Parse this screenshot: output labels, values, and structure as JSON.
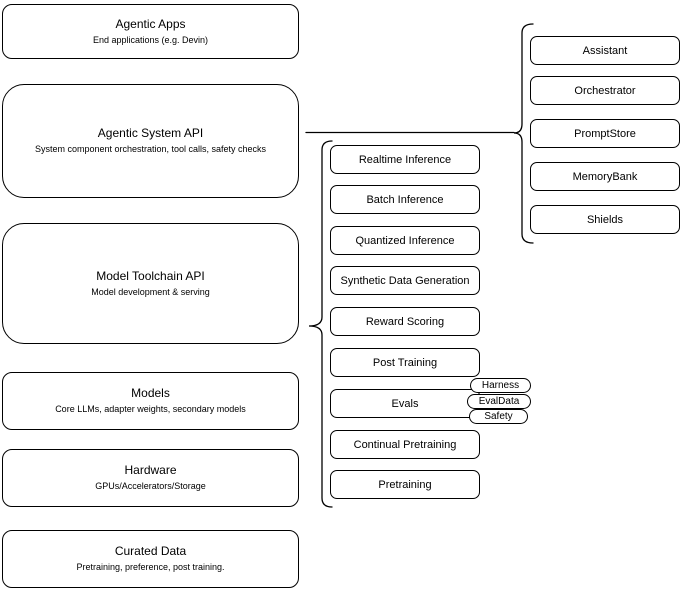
{
  "diagram": {
    "left_column": [
      {
        "title": "Agentic Apps",
        "subtitle": "End applications (e.g. Devin)"
      },
      {
        "title": "Agentic System API",
        "subtitle": "System component orchestration, tool calls, safety checks"
      },
      {
        "title": "Model Toolchain API",
        "subtitle": "Model development & serving"
      },
      {
        "title": "Models",
        "subtitle": "Core LLMs, adapter weights, secondary models"
      },
      {
        "title": "Hardware",
        "subtitle": "GPUs/Accelerators/Storage"
      },
      {
        "title": "Curated Data",
        "subtitle": "Pretraining, preference, post training."
      }
    ],
    "toolchain_items": [
      "Realtime Inference",
      "Batch Inference",
      "Quantized Inference",
      "Synthetic Data Generation",
      "Reward Scoring",
      "Post Training",
      "Evals",
      "Continual Pretraining",
      "Pretraining"
    ],
    "eval_tags": [
      "Harness",
      "EvalData",
      "Safety"
    ],
    "system_components": [
      "Assistant",
      "Orchestrator",
      "PromptStore",
      "MemoryBank",
      "Shields"
    ],
    "colors": {
      "stroke": "#000000",
      "fill": "#ffffff",
      "text": "#000000",
      "background": "#ffffff"
    }
  }
}
